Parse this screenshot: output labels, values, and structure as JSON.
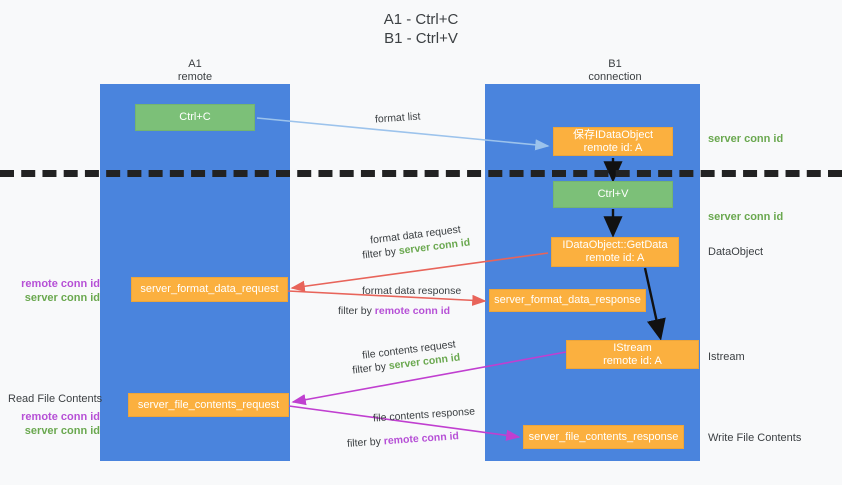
{
  "title": {
    "line1": "A1 - Ctrl+C",
    "line2": "B1 - Ctrl+V"
  },
  "lanes": {
    "left": {
      "name": "A1",
      "role": "remote"
    },
    "right": {
      "name": "B1",
      "role": "connection"
    }
  },
  "boxes": {
    "ctrl_c": {
      "label": "Ctrl+C",
      "color": "#7cc078"
    },
    "save_idataobject": {
      "line1": "保存IDataObject",
      "line2": "remote id: A",
      "color": "#fbb03f"
    },
    "ctrl_v": {
      "label": "Ctrl+V",
      "color": "#7cc078"
    },
    "getdata": {
      "line1": "IDataObject::GetData",
      "line2": "remote id: A",
      "color": "#fbb03f"
    },
    "format_data_request": {
      "label": "server_format_data_request",
      "color": "#fbb03f"
    },
    "format_data_response": {
      "label": "server_format_data_response",
      "color": "#fbb03f"
    },
    "istream": {
      "line1": "IStream",
      "line2": "remote id: A",
      "color": "#fbb03f"
    },
    "file_contents_request": {
      "label": "server_file_contents_request",
      "color": "#fbb03f"
    },
    "file_contents_response": {
      "label": "server_file_contents_response",
      "color": "#fbb03f"
    }
  },
  "side_labels": {
    "right": {
      "server_conn_id_top": "server conn id",
      "server_conn_id_mid": "server conn id",
      "dataobject": "DataObject",
      "istream": "Istream",
      "write_file_contents": "Write File Contents"
    },
    "left": {
      "remote_conn_id_1": "remote conn id",
      "server_conn_id_1": "server conn id",
      "read_file_contents": "Read File Contents",
      "remote_conn_id_2": "remote conn id",
      "server_conn_id_2": "server conn id"
    }
  },
  "arrow_labels": {
    "format_list": "format list",
    "format_data_request": "format data request",
    "format_data_request_filter_prefix": "filter by ",
    "format_data_request_filter_value": "server conn id",
    "format_data_response": "format data response",
    "format_data_response_filter_prefix": "filter by ",
    "format_data_response_filter_value": "remote conn id",
    "file_contents_request": "file contents request",
    "file_contents_request_filter_prefix": "filter by ",
    "file_contents_request_filter_value": "server conn id",
    "file_contents_response": "file contents response",
    "file_contents_response_filter_prefix": "filter by ",
    "file_contents_response_filter_value": "remote conn id"
  },
  "colors": {
    "lane": "#4a84dd",
    "green_box": "#7cc078",
    "orange_box": "#fbb03f",
    "green_text": "#6aa84f",
    "purple_text": "#b650d6",
    "red_arrow": "#e8645a",
    "magenta_arrow": "#c03fd0",
    "light_blue_arrow": "#9cc3ec",
    "dashed_line": "#222222",
    "background": "#f8f9fa"
  }
}
